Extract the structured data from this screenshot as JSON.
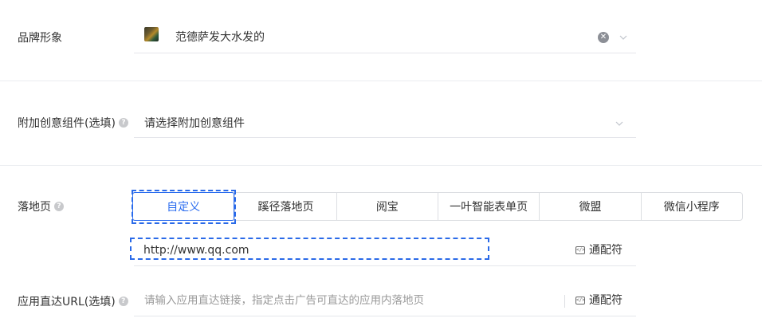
{
  "brand": {
    "label": "品牌形象",
    "value": "范德萨发大水发的",
    "clear_glyph": "✕"
  },
  "creative_component": {
    "label": "附加创意组件(选填)",
    "placeholder": "请选择附加创意组件",
    "help_glyph": "?"
  },
  "landing_page": {
    "label": "落地页",
    "help_glyph": "?",
    "tabs": [
      {
        "label": "自定义",
        "active": true
      },
      {
        "label": "蹊径落地页",
        "active": false
      },
      {
        "label": "阅宝",
        "active": false
      },
      {
        "label": "一叶智能表单页",
        "active": false
      },
      {
        "label": "微盟",
        "active": false
      },
      {
        "label": "微信小程序",
        "active": false
      }
    ],
    "url_value": "http://www.qq.com",
    "wildcard_label": "通配符"
  },
  "app_direct": {
    "label": "应用直达URL(选填)",
    "help_glyph": "?",
    "placeholder": "请输入应用直达链接，指定点击广告可直达的应用内落地页",
    "wildcard_label": "通配符"
  },
  "colors": {
    "accent": "#296bef",
    "highlight_dash": "#2a6ae8",
    "text": "#333333",
    "placeholder": "#999999",
    "divider": "#ebedf0"
  }
}
